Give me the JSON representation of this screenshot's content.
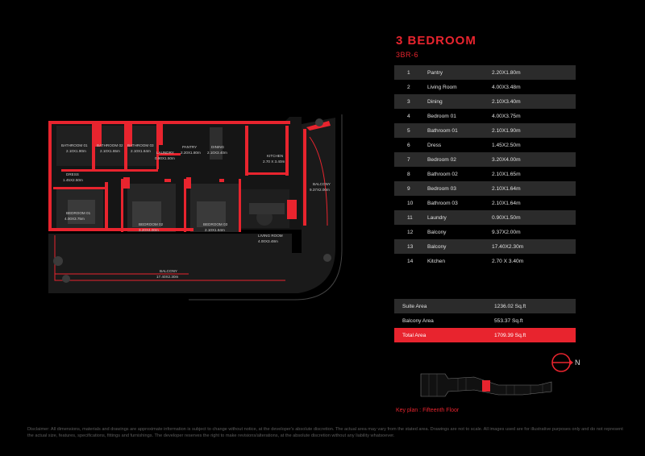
{
  "title": "3 BEDROOM",
  "unit_code": "3BR-6",
  "rooms": [
    {
      "num": "1",
      "name": "Pantry",
      "size": "2.20X1.80m"
    },
    {
      "num": "2",
      "name": "Living Room",
      "size": "4.00X3.48m"
    },
    {
      "num": "3",
      "name": "Dining",
      "size": "2.10X3.40m"
    },
    {
      "num": "4",
      "name": "Bedroom 01",
      "size": "4.00X3.75m"
    },
    {
      "num": "5",
      "name": "Bathroom 01",
      "size": "2.10X1.90m"
    },
    {
      "num": "6",
      "name": "Dress",
      "size": "1.45X2.50m"
    },
    {
      "num": "7",
      "name": "Bedroom 02",
      "size": "3.20X4.00m"
    },
    {
      "num": "8",
      "name": "Bathroom 02",
      "size": "2.10X1.65m"
    },
    {
      "num": "9",
      "name": "Bedroom 03",
      "size": "2.10X1.64m"
    },
    {
      "num": "10",
      "name": "Bathroom 03",
      "size": "2.10X1.64m"
    },
    {
      "num": "11",
      "name": "Laundry",
      "size": "0.90X1.50m"
    },
    {
      "num": "12",
      "name": "Balcony",
      "size": "9.37X2.00m"
    },
    {
      "num": "13",
      "name": "Balcony",
      "size": "17.40X2.30m"
    },
    {
      "num": "14",
      "name": "Kitchen",
      "size": "2.70 X 3.40m"
    }
  ],
  "areas": [
    {
      "label": "Suite Area",
      "value": "1236.02 Sq.ft"
    },
    {
      "label": "Balcony Area",
      "value": "553.37 Sq.ft"
    },
    {
      "label": "Total Area",
      "value": "1709.39 Sq.ft"
    }
  ],
  "plan_labels": {
    "bathroom01": {
      "name": "BATHROOM 01",
      "size": "2.10X1.90m"
    },
    "bathroom02": {
      "name": "BATHROOM 02",
      "size": "2.10X1.65m"
    },
    "bathroom03": {
      "name": "BATHROOM 03",
      "size": "2.10X1.64m"
    },
    "laundry": {
      "name": "LAUNDRY",
      "size": "0.90X1.50m"
    },
    "pantry": {
      "name": "PANTRY",
      "size": "2.20X1.80m"
    },
    "dining": {
      "name": "DINING",
      "size": "2.10X3.40m"
    },
    "kitchen": {
      "name": "KITCHEN",
      "size": "2.70 X 3.40m"
    },
    "dress": {
      "name": "DRESS",
      "size": "1.45X2.50m"
    },
    "bedroom01": {
      "name": "BEDROOM 01",
      "size": "4.00X3.75m"
    },
    "bedroom02": {
      "name": "BEDROOM 02",
      "size": "3.20X4.00m"
    },
    "bedroom03": {
      "name": "BEDROOM 03",
      "size": "2.10X1.64m"
    },
    "living": {
      "name": "LIVING ROOM",
      "size": "4.00X3.48m"
    },
    "balcony_side": {
      "name": "BALCONY",
      "size": "9.37X2.00m"
    },
    "balcony_front": {
      "name": "BALCONY",
      "size": "17.40X2.30m"
    }
  },
  "compass_label": "N",
  "key_plan_caption": "Key plan : Fifteenth Floor",
  "disclaimer": "Disclaimer: All dimensions, materials and drawings are approximate information is subject to change without notice, at the developer's absolute discretion. The actual area may vary from the stated area. Drawings are not to scale. All images used are for illustrative purposes only and do not represent the actual size, features, specifications, fittings and furnishings. The developer reserves the right to make revisions/alterations, at the absolute discretion without any liability whatsoever.",
  "colors": {
    "accent": "#e8242e",
    "row_shade": "#2b2b2b",
    "background": "#000000"
  }
}
